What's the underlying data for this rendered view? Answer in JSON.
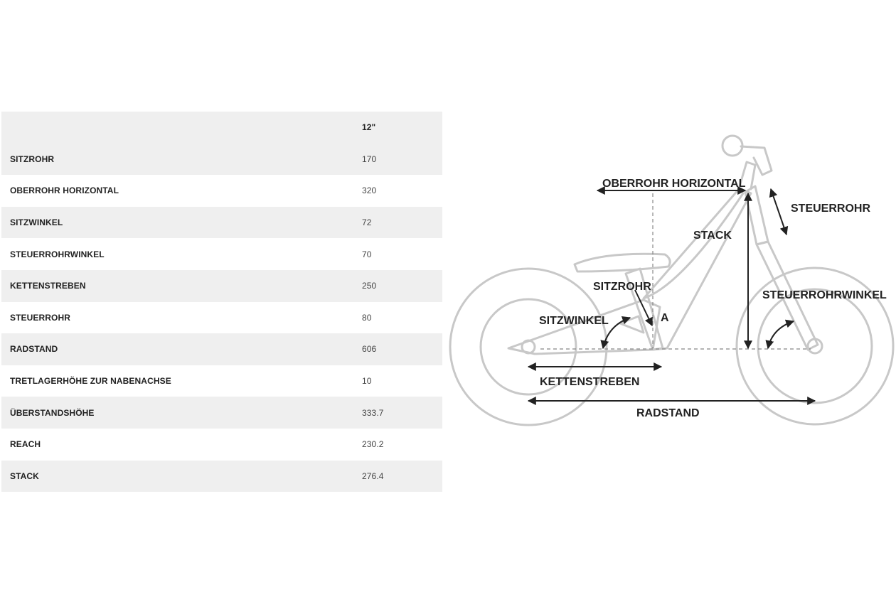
{
  "table": {
    "header": {
      "label": "",
      "value": "12\""
    },
    "rows": [
      {
        "label": "SITZROHR",
        "value": "170"
      },
      {
        "label": "OBERROHR HORIZONTAL",
        "value": "320"
      },
      {
        "label": "SITZWINKEL",
        "value": "72"
      },
      {
        "label": "STEUERROHRWINKEL",
        "value": "70"
      },
      {
        "label": "KETTENSTREBEN",
        "value": "250"
      },
      {
        "label": "STEUERROHR",
        "value": "80"
      },
      {
        "label": "RADSTAND",
        "value": "606"
      },
      {
        "label": "TRETLAGERHÖHE ZUR NABENACHSE",
        "value": "10"
      },
      {
        "label": "ÜBERSTANDSHÖHE",
        "value": "333.7"
      },
      {
        "label": "REACH",
        "value": "230.2"
      },
      {
        "label": "STACK",
        "value": "276.4"
      }
    ]
  },
  "diagram": {
    "labels": {
      "oberrohr": "OBERROHR HORIZONTAL",
      "steuerrohr": "STEUERROHR",
      "stack": "STACK",
      "sitzrohr": "SITZROHR",
      "a": "A",
      "steuerrohrwinkel": "STEUERROHRWINKEL",
      "sitzwinkel": "SITZWINKEL",
      "kettenstreben": "KETTENSTREBEN",
      "radstand": "RADSTAND"
    }
  }
}
